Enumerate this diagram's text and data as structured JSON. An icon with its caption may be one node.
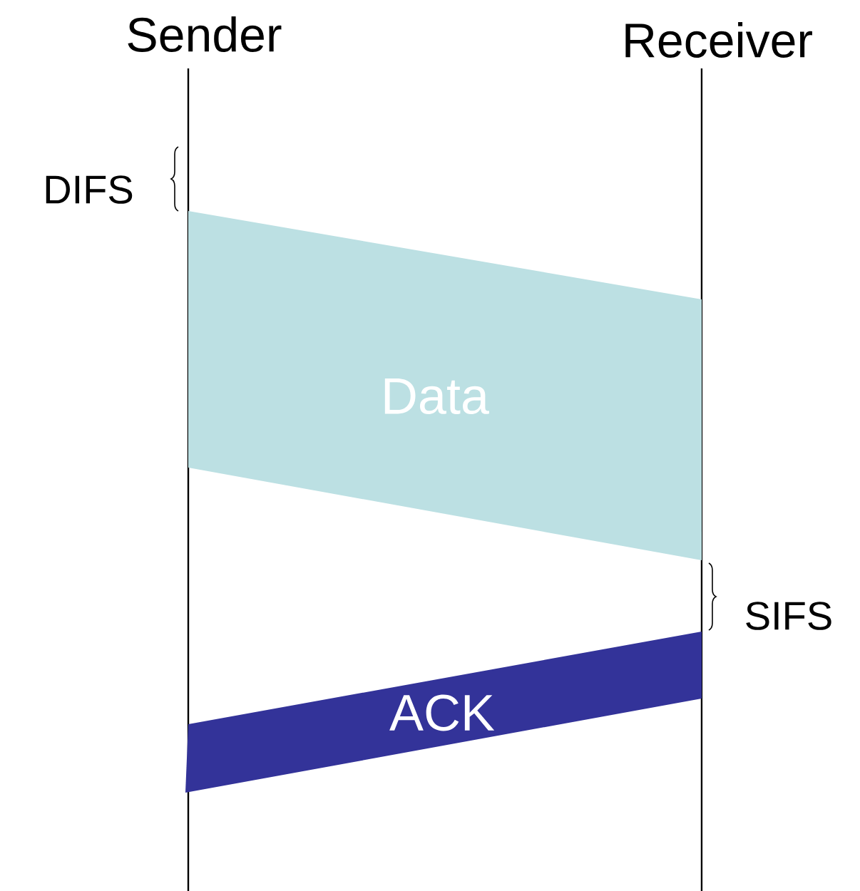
{
  "diagram": {
    "nodes": [
      {
        "text": [
          "Sender"
        ]
      },
      {
        "text": [
          "Receiver"
        ]
      },
      {
        "text": [
          "Data"
        ]
      },
      {
        "text": [
          "ACK"
        ]
      }
    ],
    "labels": [
      "DIFS",
      "SIFS"
    ]
  }
}
